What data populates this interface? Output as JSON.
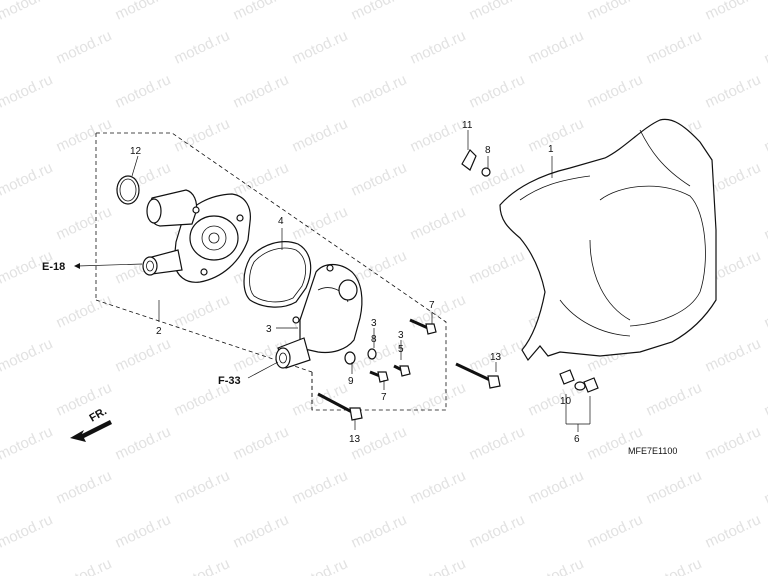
{
  "watermark": "motod.ru",
  "diagram_code": "MFE7E1100",
  "references": {
    "e18": "E-18",
    "f33": "F-33"
  },
  "direction_label": "FR.",
  "callouts": {
    "c1": "1",
    "c2": "2",
    "c3a": "3",
    "c3b": "3",
    "c3c": "3",
    "c4": "4",
    "c5": "5",
    "c6": "6",
    "c7a": "7",
    "c7b": "7",
    "c8a": "8",
    "c8b": "8",
    "c9": "9",
    "c10": "10",
    "c11": "11",
    "c12": "12",
    "c13a": "13",
    "c13b": "13"
  },
  "parts": [
    "engine-cover",
    "water-pump-assembly",
    "o-ring-12",
    "gasket-4",
    "water-pump-cover",
    "bolt-13-left",
    "bolt-13-right",
    "bolt-7",
    "bolt-5",
    "washer-9",
    "washer-8",
    "clip-11",
    "bolt-set-6"
  ]
}
